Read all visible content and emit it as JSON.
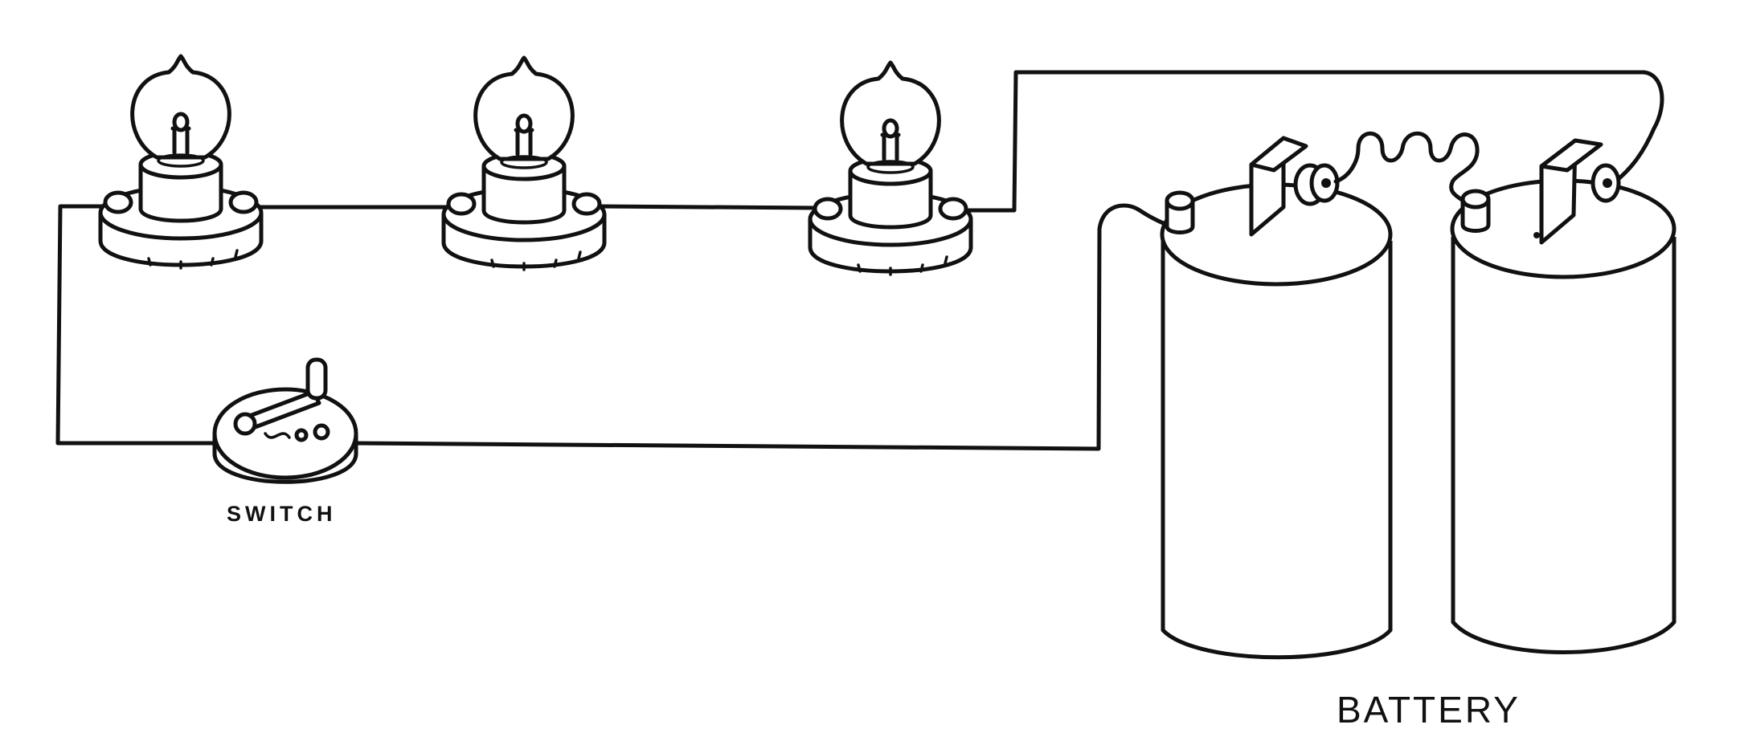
{
  "diagram": {
    "labels": {
      "switch": "SWITCH",
      "battery": "BATTERY"
    },
    "components": {
      "lamps": 3,
      "switch": 1,
      "battery_cells": 2
    },
    "colors": {
      "ink": "#111111",
      "background": "#ffffff"
    }
  }
}
